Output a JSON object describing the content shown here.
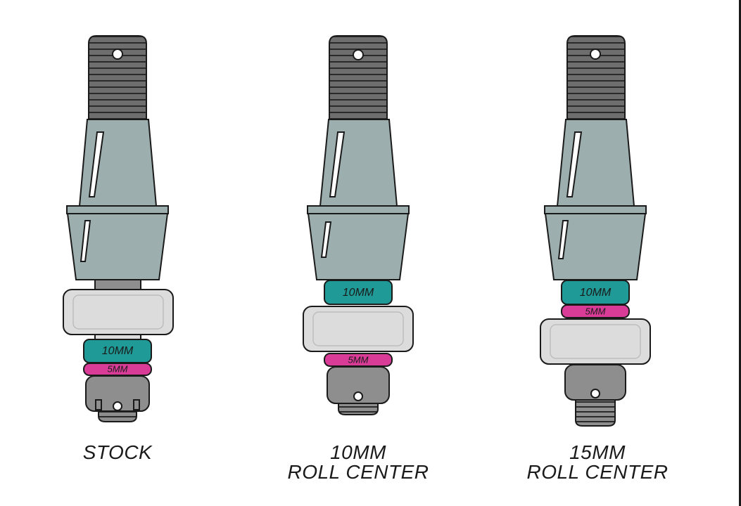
{
  "colors": {
    "grip": "#6e6e6e",
    "body": "#9daeae",
    "boot": "#dcdcdc",
    "teal_spacer": "#1f9a96",
    "magenta_spacer": "#d83c96",
    "lower_nut": "#8e8e8e",
    "outline": "#1a1a1a"
  },
  "configs": [
    {
      "caption_line1": "STOCK",
      "caption_line2": "",
      "spacer_teal_label": "10MM",
      "spacer_magenta_label": "5MM",
      "spacers_above_boot": false
    },
    {
      "caption_line1": "10MM",
      "caption_line2": "ROLL CENTER",
      "spacer_teal_label": "10MM",
      "spacer_magenta_label": "5MM",
      "spacers_above_boot": "teal-only"
    },
    {
      "caption_line1": "15MM",
      "caption_line2": "ROLL CENTER",
      "spacer_teal_label": "10MM",
      "spacer_magenta_label": "5MM",
      "spacers_above_boot": true
    }
  ]
}
